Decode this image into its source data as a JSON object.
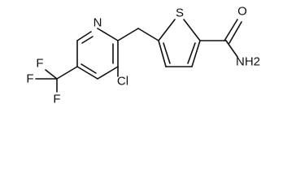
{
  "molecule": {
    "atoms": {
      "ring_nitrogen": "N",
      "thiophene_sulfur": "S",
      "carbonyl_oxygen": "O",
      "amide_nitrogen": "NH2",
      "chloro_substituent": "Cl",
      "fluorine_top": "F",
      "fluorine_left": "F",
      "fluorine_bottom": "F"
    }
  }
}
